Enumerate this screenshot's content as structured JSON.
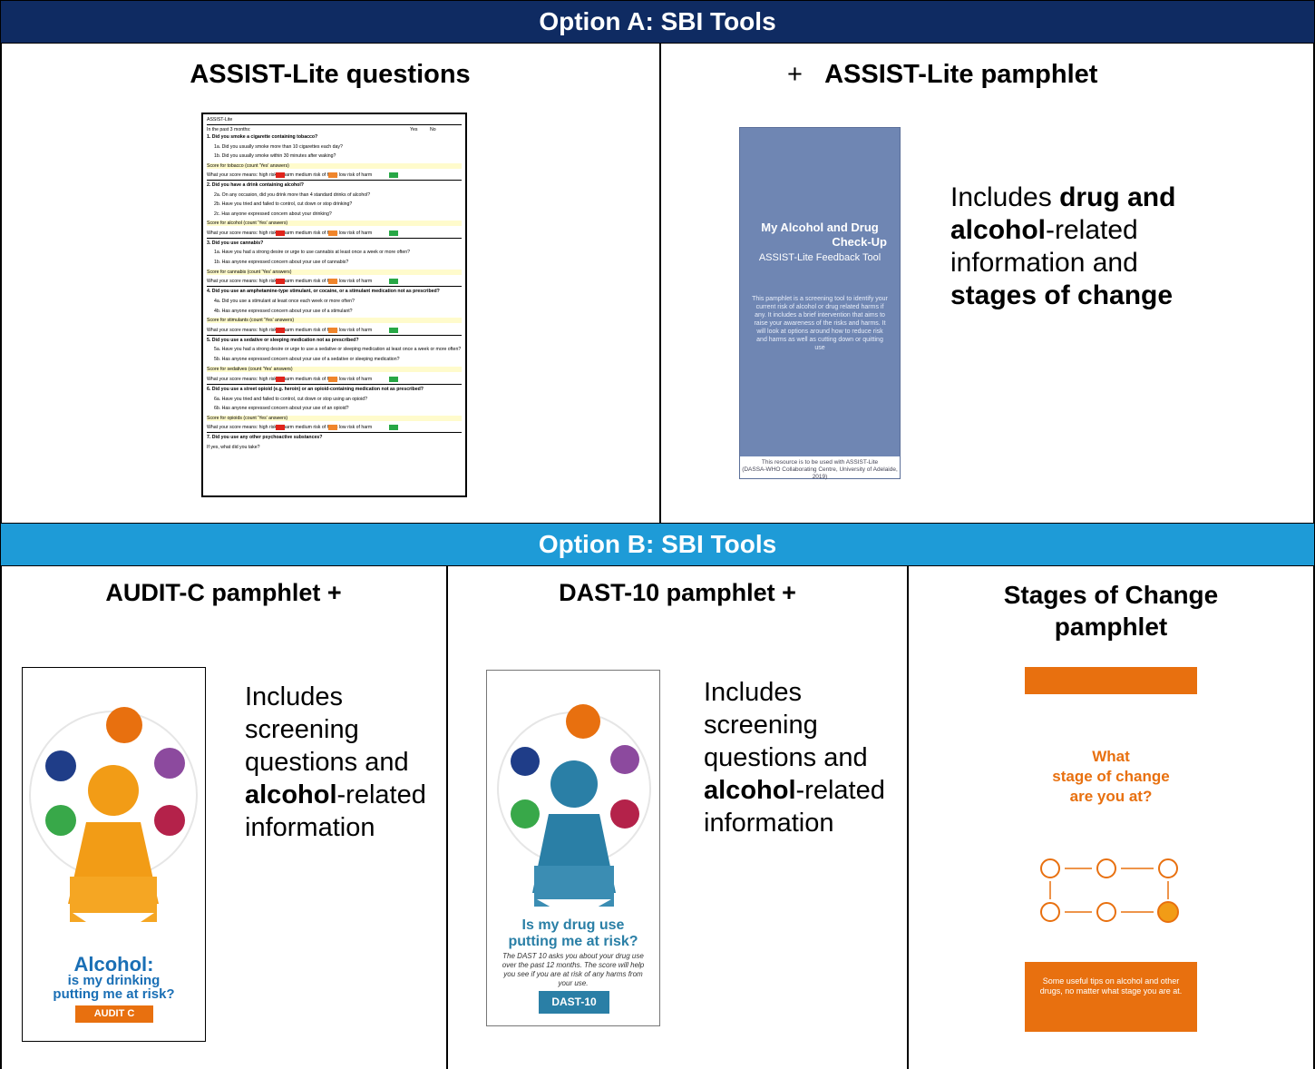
{
  "option_a": {
    "header": "Option A: SBI Tools",
    "left_title": "ASSIST-Lite questions",
    "right_title": "+   ASSIST-Lite pamphlet",
    "right_text": {
      "p1": "Includes ",
      "b1": "drug and alcohol",
      "p2": "-related information and ",
      "b2": "stages of change"
    },
    "form": {
      "title": "ASSIST-Lite",
      "col_header": "In the past 3 months:",
      "yes": "Yes",
      "no": "No",
      "rows": [
        "1. Did you smoke a cigarette containing tobacco?",
        "1a. Did you usually smoke more than 10 cigarettes each day?",
        "1b. Did you usually smoke within 30 minutes after waking?",
        "Score for tobacco (count 'Yes' answers)",
        "What your score means:  high risk of harm   medium risk of harm   low risk of harm",
        "2. Did you have a drink containing alcohol?",
        "2a. On any occasion, did you drink more than 4 standard drinks of alcohol?",
        "2b. Have you tried and failed to control, cut down or stop drinking?",
        "2c. Has anyone expressed concern about your drinking?",
        "Score for alcohol (count 'Yes' answers)",
        "What your score means:  high risk of harm   medium risk of harm   low risk of harm",
        "3. Did you use cannabis?",
        "1a. Have you had a strong desire or urge to use cannabis at least once a week or more often?",
        "1b. Has anyone expressed concern about your use of cannabis?",
        "Score for cannabis (count 'Yes' answers)",
        "What your score means:  high risk of harm   medium risk of harm   low risk of harm",
        "4. Did you use an amphetamine-type stimulant, or cocaine, or a stimulant medication not as prescribed?",
        "4a. Did you use a stimulant at least once each week or more often?",
        "4b. Has anyone expressed concern about your use of a stimulant?",
        "Score for stimulants (count 'Yes' answers)",
        "What your score means:  high risk of harm   medium risk of harm   low risk of harm",
        "5. Did you use a sedative or sleeping medication not as prescribed?",
        "5a. Have you had a strong desire or urge to use a sedative or sleeping medication at least once a week or more often?",
        "5b. Has anyone expressed concern about your use of a sedative or sleeping medication?",
        "Score for sedatives (count 'Yes' answers)",
        "What your score means:  high risk of harm   medium risk of harm   low risk of harm",
        "6. Did you use a street opioid (e.g. heroin) or an opioid-containing medication not as prescribed?",
        "6a. Have you tried and failed to control, cut down or stop using an opioid?",
        "6b. Has anyone expressed concern about your use of an opioid?",
        "Score for opioids (count 'Yes' answers)",
        "What your score means:  high risk of harm   medium risk of harm   low risk of harm",
        "7. Did you use any other psychoactive substances?",
        "If yes, what did you take?"
      ]
    },
    "pamphlet": {
      "title1": "My Alcohol and Drug",
      "title2": "Check-Up",
      "subtitle": "ASSIST-Lite Feedback Tool",
      "body": "This pamphlet is a screening tool to identify your current risk of alcohol or drug related harms if any. It includes a brief intervention that aims to raise your awareness of the risks and harms. It will look at options around how to reduce risk and harms as well as cutting down or quitting use",
      "footer1": "This resource is to be used with ASSIST-Lite",
      "footer2": "(DASSA-WHO Collaborating Centre, University of Adelaide, 2019)"
    }
  },
  "option_b": {
    "header": "Option B: SBI Tools",
    "col1": {
      "title": "AUDIT-C pamphlet +",
      "text_a": "Includes screening questions and ",
      "text_bold": "alcohol",
      "text_b": "-related information",
      "pamphlet": {
        "head1": "Alcohol:",
        "head2": "is my drinking",
        "head3": "putting me at risk?",
        "badge": "AUDIT C"
      }
    },
    "col2": {
      "title": "DAST-10 pamphlet +",
      "text_a": "Includes screening questions and ",
      "text_bold": "alcohol",
      "text_b": "-related information",
      "pamphlet": {
        "head1": "Is my drug use",
        "head2": "putting me at risk?",
        "body": "The DAST 10 asks you about your drug use over the past 12 months. The score will help you see if you are at risk of any harms from your use.",
        "badge": "DAST-10"
      }
    },
    "col3": {
      "title": "Stages of Change pamphlet",
      "pamphlet": {
        "head1": "What",
        "head2": "stage of change",
        "head3": "are you at?",
        "footer": "Some useful tips on alcohol and other drugs, no matter what stage you are at."
      }
    }
  },
  "colors": {
    "navy": "#0f2b62",
    "sky": "#1e9bd7",
    "orange": "#e8700f",
    "teal": "#2a7fa6"
  }
}
